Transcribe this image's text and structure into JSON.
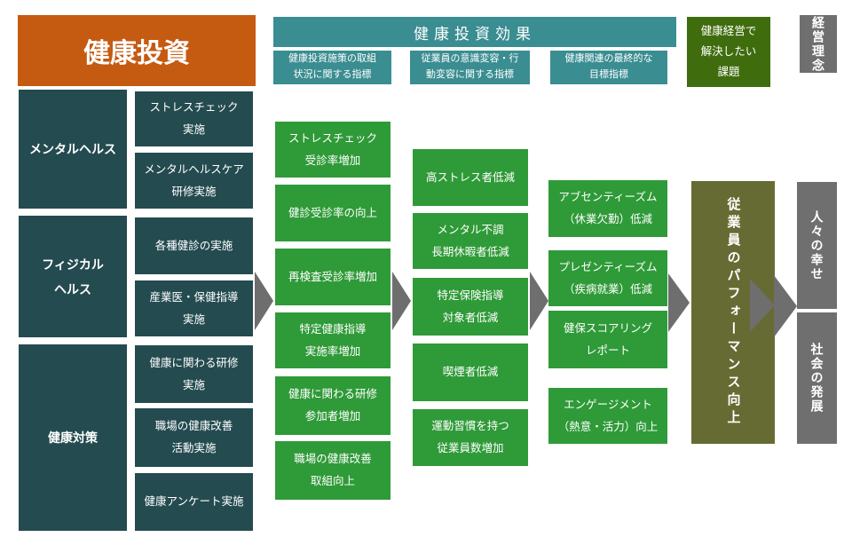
{
  "palette": {
    "investment_orange": "#C55A11",
    "dark_teal": "#244B50",
    "effect_teal": "#3A8D91",
    "indicator_green": "#2F9A38",
    "challenge_green": "#3F6C0D",
    "performance_olive": "#666B33",
    "outcome_gray": "#6F6F6F",
    "arrow_gray": "#6E6E6E"
  },
  "investment": {
    "title": "健康投資"
  },
  "categories": [
    {
      "label": "メンタルヘルス"
    },
    {
      "label": "フィジカル\nヘルス"
    },
    {
      "label": "健康対策"
    }
  ],
  "initiatives": [
    {
      "label": "ストレスチェック\n実施"
    },
    {
      "label": "メンタルヘルスケア\n研修実施"
    },
    {
      "label": "各種健診の実施"
    },
    {
      "label": "産業医・保健指導\n実施"
    },
    {
      "label": "健康に関わる研修\n実施"
    },
    {
      "label": "職場の健康改善\n活動実施"
    },
    {
      "label": "健康アンケート実施"
    }
  ],
  "effects": {
    "header": "健康投資効果",
    "subheaders": [
      {
        "label": "健康投資施策の取組\n状況に関する指標"
      },
      {
        "label": "従業員の意識変容・行\n動変容に関する指標"
      },
      {
        "label": "健康関連の最終的な\n目標指標"
      }
    ]
  },
  "process_indicators": [
    {
      "label": "ストレスチェック\n受診率増加"
    },
    {
      "label": "健診受診率の向上"
    },
    {
      "label": "再検査受診率増加"
    },
    {
      "label": "特定健康指導\n実施率増加"
    },
    {
      "label": "健康に関わる研修\n参加者増加"
    },
    {
      "label": "職場の健康改善\n取組向上"
    }
  ],
  "behavior_indicators": [
    {
      "label": "高ストレス者低減"
    },
    {
      "label": "メンタル不調\n長期休暇者低減"
    },
    {
      "label": "特定保険指導\n対象者低減"
    },
    {
      "label": "喫煙者低減"
    },
    {
      "label": "運動習慣を持つ\n従業員数増加"
    }
  ],
  "target_indicators": [
    {
      "label": "アブセンティーズム\n（休業欠勤）低減"
    },
    {
      "label": "プレゼンティーズム\n（疾病就業）低減"
    },
    {
      "label": "健保スコアリング\nレポート"
    },
    {
      "label": "エンゲージメント\n（熱意・活力）向上"
    }
  ],
  "challenge": {
    "label": "健康経営で\n解決したい\n課題"
  },
  "philosophy": {
    "label": "経営理念"
  },
  "performance": {
    "label": "従業員のパフォーマンス向上"
  },
  "outcomes": [
    {
      "label": "人々の幸せ"
    },
    {
      "label": "社会の発展"
    }
  ]
}
